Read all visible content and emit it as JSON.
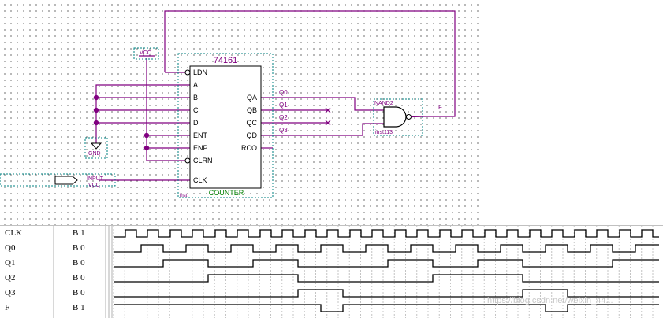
{
  "schematic": {
    "vcc_label": "VCC",
    "gnd_label": "GND",
    "input_label": "INPUT",
    "input_sub": "VCC",
    "counter": {
      "title": "74161",
      "footer": "COUNTER",
      "inst": "inst",
      "left_pins": [
        "LDN",
        "A",
        "B",
        "C",
        "D",
        "ENT",
        "ENP",
        "CLRN",
        "CLK"
      ],
      "right_pins": [
        "QA",
        "QB",
        "QC",
        "QD",
        "RCO"
      ]
    },
    "outputs": [
      "Q0",
      "Q1",
      "Q2",
      "Q3"
    ],
    "gate": {
      "type": "NAND2",
      "inst": "inst113",
      "out_label": "F"
    }
  },
  "waveform": {
    "signals": [
      {
        "name": "CLK",
        "value": "B 1"
      },
      {
        "name": "Q0",
        "value": "B 0"
      },
      {
        "name": "Q1",
        "value": "B 0"
      },
      {
        "name": "Q2",
        "value": "B 0"
      },
      {
        "name": "Q3",
        "value": "B 0"
      },
      {
        "name": "F",
        "value": "B 1"
      }
    ]
  },
  "colors": {
    "wire": "#800080",
    "box": "#008080",
    "text": "#000000",
    "footer": "#008000"
  },
  "watermark": "https://blog.csdn.net/weixin_44..."
}
